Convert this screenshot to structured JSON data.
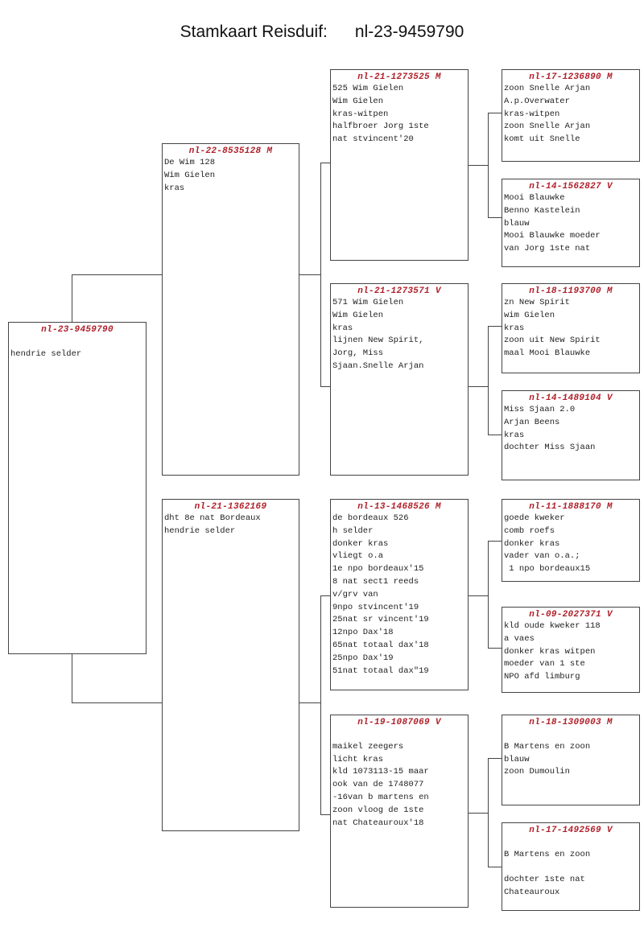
{
  "title": {
    "label": "Stamkaart Reisduif:",
    "ring": "nl-23-9459790"
  },
  "pigeons": {
    "root": {
      "ring": "nl-23-9459790",
      "lines": [
        "",
        "hendrie selder"
      ]
    },
    "sire": {
      "ring": "nl-22-8535128 M",
      "lines": [
        "De Wim 128",
        "Wim Gielen",
        "kras"
      ]
    },
    "dam": {
      "ring": "nl-21-1362169",
      "lines": [
        "dht 8e nat Bordeaux",
        "hendrie selder"
      ]
    },
    "ss": {
      "ring": "nl-21-1273525 M",
      "lines": [
        "525 Wim Gielen",
        "Wim Gielen",
        "kras-witpen",
        "halfbroer Jorg 1ste",
        "nat stvincent'20"
      ]
    },
    "sd": {
      "ring": "nl-21-1273571 V",
      "lines": [
        "571 Wim Gielen",
        "Wim Gielen",
        "kras",
        "lijnen New Spirit,",
        "Jorg, Miss",
        "Sjaan.Snelle Arjan"
      ]
    },
    "ds": {
      "ring": "nl-13-1468526 M",
      "lines": [
        "de bordeaux 526",
        "h selder",
        "donker kras",
        "vliegt o.a",
        "1e npo bordeaux'15",
        "8 nat sect1 reeds",
        "v/grv van",
        "9npo stvincent'19",
        "25nat sr vincent'19",
        "12npo Dax'18",
        "65nat totaal dax'18",
        "25npo Dax'19",
        "51nat totaal dax\"19"
      ]
    },
    "dd": {
      "ring": "nl-19-1087069 V",
      "lines": [
        "",
        "maikel zeegers",
        "licht kras",
        "kld 1073113-15 maar",
        "ook van de 1748077",
        "-16van b martens en",
        "zoon vloog de 1ste",
        "nat Chateauroux'18"
      ]
    },
    "sss": {
      "ring": "nl-17-1236890 M",
      "lines": [
        "zoon Snelle Arjan",
        "A.p.Overwater",
        "kras-witpen",
        "zoon Snelle Arjan",
        "komt uit Snelle"
      ]
    },
    "ssd": {
      "ring": "nl-14-1562827 V",
      "lines": [
        "Mooi Blauwke",
        "Benno Kastelein",
        "blauw",
        "Mooi Blauwke moeder",
        "van Jorg 1ste nat"
      ]
    },
    "sds": {
      "ring": "nl-18-1193700 M",
      "lines": [
        "zn New Spirit",
        "wim Gielen",
        "kras",
        "zoon uit New Spirit",
        "maal Mooi Blauwke"
      ]
    },
    "sdd": {
      "ring": "nl-14-1489104 V",
      "lines": [
        "Miss Sjaan 2.0",
        "Arjan Beens",
        "kras",
        "dochter Miss Sjaan"
      ]
    },
    "dss": {
      "ring": "nl-11-1888170 M",
      "lines": [
        "goede kweker",
        "comb roefs",
        "donker kras",
        "vader van o.a.;",
        " 1 npo bordeaux15"
      ]
    },
    "dsd": {
      "ring": "nl-09-2027371 V",
      "lines": [
        "kld oude kweker 118",
        "a vaes",
        "donker kras witpen",
        "moeder van 1 ste",
        "NPO afd limburg"
      ]
    },
    "dds": {
      "ring": "nl-18-1309003 M",
      "lines": [
        "",
        "B Martens en zoon",
        "blauw",
        "zoon Dumoulin"
      ]
    },
    "ddd": {
      "ring": "nl-17-1492569 V",
      "lines": [
        "",
        "B Martens en zoon",
        "",
        "dochter 1ste nat",
        "Chateauroux"
      ]
    }
  }
}
